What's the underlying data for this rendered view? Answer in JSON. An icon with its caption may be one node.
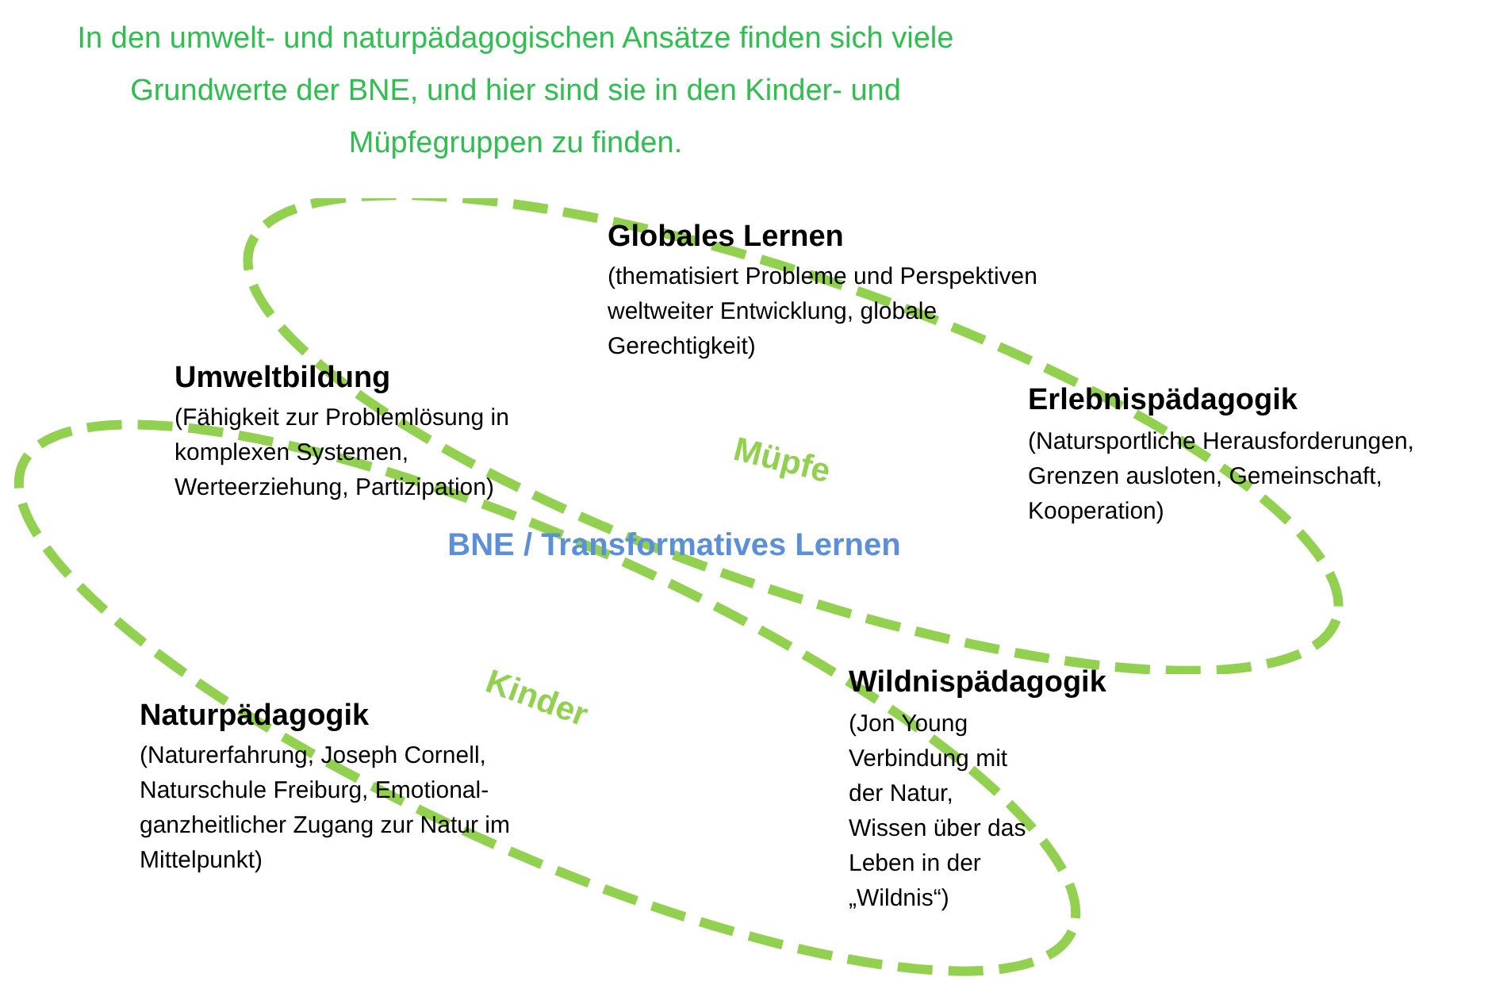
{
  "diagram": {
    "title": "In den umwelt- und naturpädagogischen Ansätze finden sich viele Grundwerte der BNE, und hier sind sie in den Kinder- und Müpfegruppen zu finden.",
    "nodes": [
      {
        "text": [
          "Müpfe"
        ]
      },
      {
        "text": [
          "Kinder"
        ]
      }
    ],
    "edges": [],
    "labels": [
      "Globales Lernen",
      "(thematisiert Probleme und Perspektiven weltweiter Entwicklung, globale Gerechtigkeit)",
      "Umweltbildung",
      "(Fähigkeit zur Problemlösung in komplexen Systemen, Werteerziehung, Partizipation)",
      "Erlebnispädagogik",
      "(Natursportliche Herausforderungen, Grenzen ausloten, Gemeinschaft, Kooperation)",
      "BNE / Transformatives Lernen",
      "Wildnispädagogik",
      "(Jon Young Verbindung mit der Natur, Wissen über das Leben in der „Wildnis“)",
      "Naturpädagogik",
      "(Naturerfahrung, Joseph Cornell, Naturschule Freiburg, Emotional-ganzheitlicher Zugang zur Natur im Mittelpunkt)"
    ]
  }
}
